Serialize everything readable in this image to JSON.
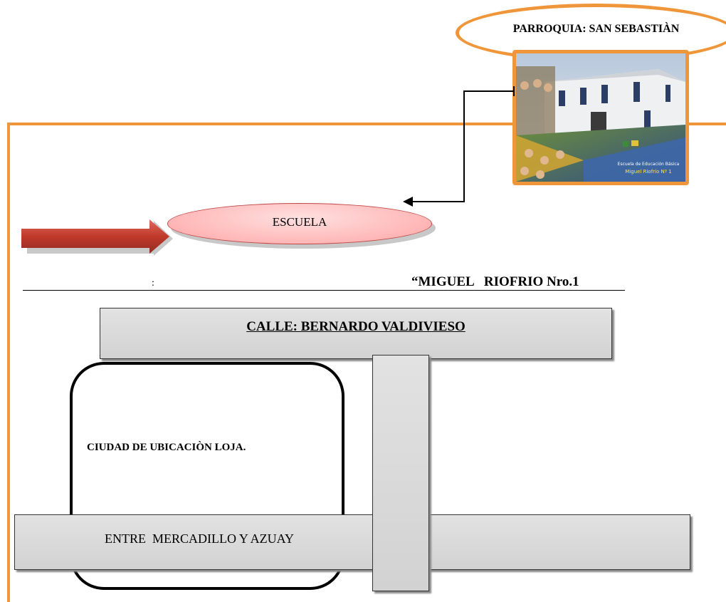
{
  "parroquia": {
    "label": "PARROQUIA: SAN SEBASTIÀN"
  },
  "photo": {
    "caption_line1": "Escuela de Educación Básica",
    "caption_line2": "Miguel Riofrío Nº 1"
  },
  "escuela": {
    "label": "ESCUELA"
  },
  "school_name": {
    "colon": ":",
    "name": "“MIGUEL   RIOFRIO Nro.1"
  },
  "calle": {
    "label": "CALLE: BERNARDO  VALDIVIESO"
  },
  "ciudad": {
    "label": "CIUDAD DE UBICACIÒN LOJA."
  },
  "entre": {
    "label": "ENTRE  MERCADILLO Y AZUAY"
  },
  "colors": {
    "frame": "#f0963a",
    "escuela_fill": "#ffb6b6",
    "arrow_red": "#c0392b",
    "street_fill": "#d9d9d9"
  },
  "icons": {
    "red_arrow": "right-arrow-icon",
    "connector": "double-arrow-connector"
  }
}
